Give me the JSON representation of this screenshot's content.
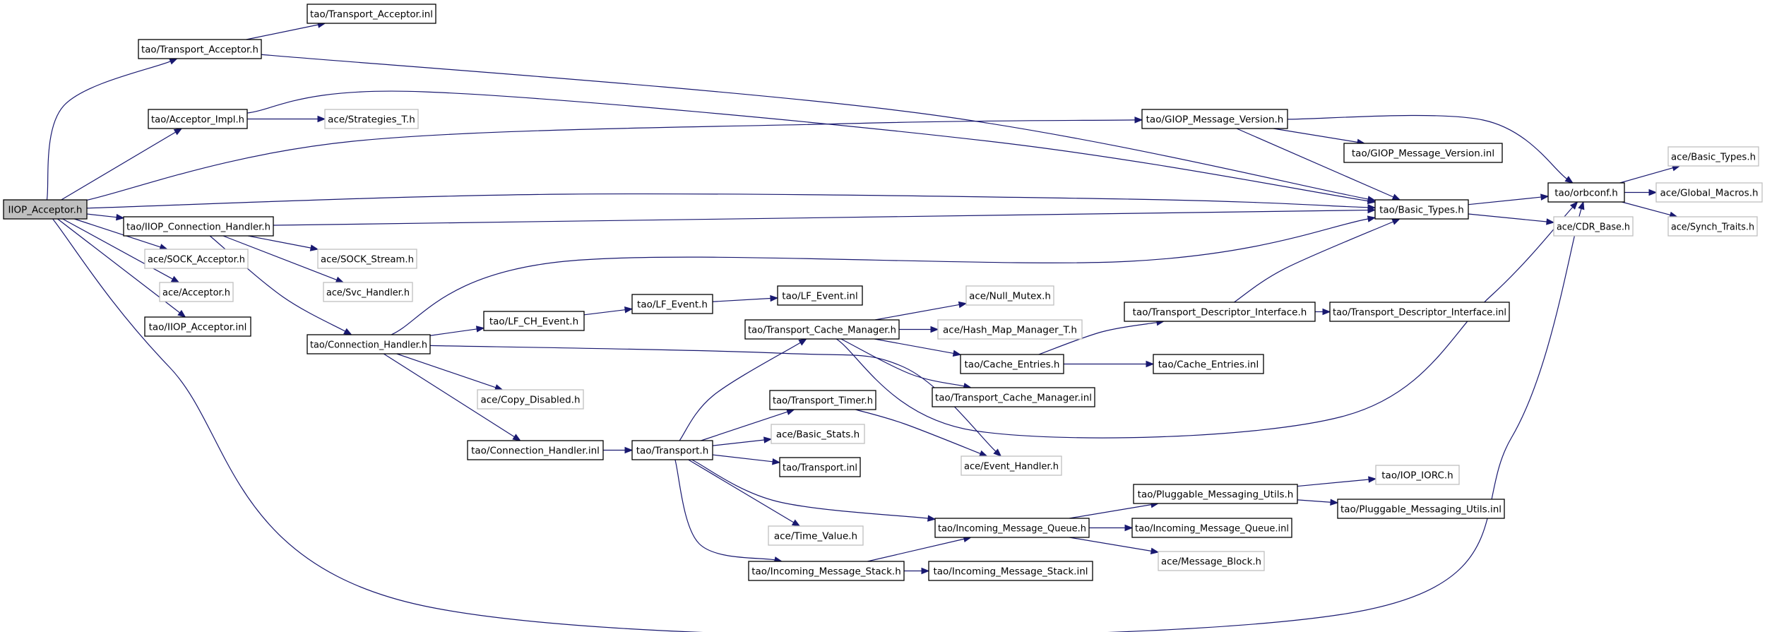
{
  "nodes": [
    {
      "id": "iiop_acceptor_h",
      "label": "IIOP_Acceptor.h",
      "kind": "root"
    },
    {
      "id": "transport_acceptor_h",
      "label": "tao/Transport_Acceptor.h",
      "kind": "file"
    },
    {
      "id": "transport_acceptor_inl",
      "label": "tao/Transport_Acceptor.inl",
      "kind": "file"
    },
    {
      "id": "acceptor_impl_h",
      "label": "tao/Acceptor_Impl.h",
      "kind": "file"
    },
    {
      "id": "strategies_t_h",
      "label": "ace/Strategies_T.h",
      "kind": "external"
    },
    {
      "id": "iiop_connection_handler_h",
      "label": "tao/IIOP_Connection_Handler.h",
      "kind": "file"
    },
    {
      "id": "sock_acceptor_h",
      "label": "ace/SOCK_Acceptor.h",
      "kind": "external"
    },
    {
      "id": "acceptor_h",
      "label": "ace/Acceptor.h",
      "kind": "external"
    },
    {
      "id": "iiop_acceptor_inl",
      "label": "tao/IIOP_Acceptor.inl",
      "kind": "file"
    },
    {
      "id": "sock_stream_h",
      "label": "ace/SOCK_Stream.h",
      "kind": "external"
    },
    {
      "id": "svc_handler_h",
      "label": "ace/Svc_Handler.h",
      "kind": "external"
    },
    {
      "id": "connection_handler_h",
      "label": "tao/Connection_Handler.h",
      "kind": "file"
    },
    {
      "id": "lf_ch_event_h",
      "label": "tao/LF_CH_Event.h",
      "kind": "file"
    },
    {
      "id": "lf_event_h",
      "label": "tao/LF_Event.h",
      "kind": "file"
    },
    {
      "id": "lf_event_inl",
      "label": "tao/LF_Event.inl",
      "kind": "file"
    },
    {
      "id": "copy_disabled_h",
      "label": "ace/Copy_Disabled.h",
      "kind": "external"
    },
    {
      "id": "connection_handler_inl",
      "label": "tao/Connection_Handler.inl",
      "kind": "file"
    },
    {
      "id": "transport_h",
      "label": "tao/Transport.h",
      "kind": "file"
    },
    {
      "id": "transport_cache_manager_h",
      "label": "tao/Transport_Cache_Manager.h",
      "kind": "file"
    },
    {
      "id": "null_mutex_h",
      "label": "ace/Null_Mutex.h",
      "kind": "external"
    },
    {
      "id": "hash_map_manager_t_h",
      "label": "ace/Hash_Map_Manager_T.h",
      "kind": "external"
    },
    {
      "id": "cache_entries_h",
      "label": "tao/Cache_Entries.h",
      "kind": "file"
    },
    {
      "id": "cache_entries_inl",
      "label": "tao/Cache_Entries.inl",
      "kind": "file"
    },
    {
      "id": "transport_cache_manager_inl",
      "label": "tao/Transport_Cache_Manager.inl",
      "kind": "file"
    },
    {
      "id": "transport_timer_h",
      "label": "tao/Transport_Timer.h",
      "kind": "file"
    },
    {
      "id": "basic_stats_h",
      "label": "ace/Basic_Stats.h",
      "kind": "external"
    },
    {
      "id": "transport_inl",
      "label": "tao/Transport.inl",
      "kind": "file"
    },
    {
      "id": "event_handler_h",
      "label": "ace/Event_Handler.h",
      "kind": "external"
    },
    {
      "id": "time_value_h",
      "label": "ace/Time_Value.h",
      "kind": "external"
    },
    {
      "id": "incoming_message_queue_h",
      "label": "tao/Incoming_Message_Queue.h",
      "kind": "file"
    },
    {
      "id": "incoming_message_queue_inl",
      "label": "tao/Incoming_Message_Queue.inl",
      "kind": "file"
    },
    {
      "id": "message_block_h",
      "label": "ace/Message_Block.h",
      "kind": "external"
    },
    {
      "id": "incoming_message_stack_h",
      "label": "tao/Incoming_Message_Stack.h",
      "kind": "file"
    },
    {
      "id": "incoming_message_stack_inl",
      "label": "tao/Incoming_Message_Stack.inl",
      "kind": "file"
    },
    {
      "id": "pluggable_messaging_utils_h",
      "label": "tao/Pluggable_Messaging_Utils.h",
      "kind": "file"
    },
    {
      "id": "iop_iorc_h",
      "label": "tao/IOP_IORC.h",
      "kind": "external"
    },
    {
      "id": "pluggable_messaging_utils_inl",
      "label": "tao/Pluggable_Messaging_Utils.inl",
      "kind": "file"
    },
    {
      "id": "transport_descriptor_interface_h",
      "label": "tao/Transport_Descriptor_Interface.h",
      "kind": "file"
    },
    {
      "id": "transport_descriptor_interface_inl",
      "label": "tao/Transport_Descriptor_Interface.inl",
      "kind": "file"
    },
    {
      "id": "giop_message_version_h",
      "label": "tao/GIOP_Message_Version.h",
      "kind": "file"
    },
    {
      "id": "giop_message_version_inl",
      "label": "tao/GIOP_Message_Version.inl",
      "kind": "file"
    },
    {
      "id": "basic_types_tao_h",
      "label": "tao/Basic_Types.h",
      "kind": "file"
    },
    {
      "id": "orbconf_h",
      "label": "tao/orbconf.h",
      "kind": "file"
    },
    {
      "id": "cdr_base_h",
      "label": "ace/CDR_Base.h",
      "kind": "external"
    },
    {
      "id": "basic_types_ace_h",
      "label": "ace/Basic_Types.h",
      "kind": "external"
    },
    {
      "id": "global_macros_h",
      "label": "ace/Global_Macros.h",
      "kind": "external"
    },
    {
      "id": "synch_traits_h",
      "label": "ace/Synch_Traits.h",
      "kind": "external"
    }
  ],
  "colors": {
    "edge": "#191970",
    "text": "#000000",
    "file_border": "#000000",
    "external_border": "#bfbfbf",
    "root_fill": "#bfbfbf",
    "fill": "#ffffff"
  }
}
